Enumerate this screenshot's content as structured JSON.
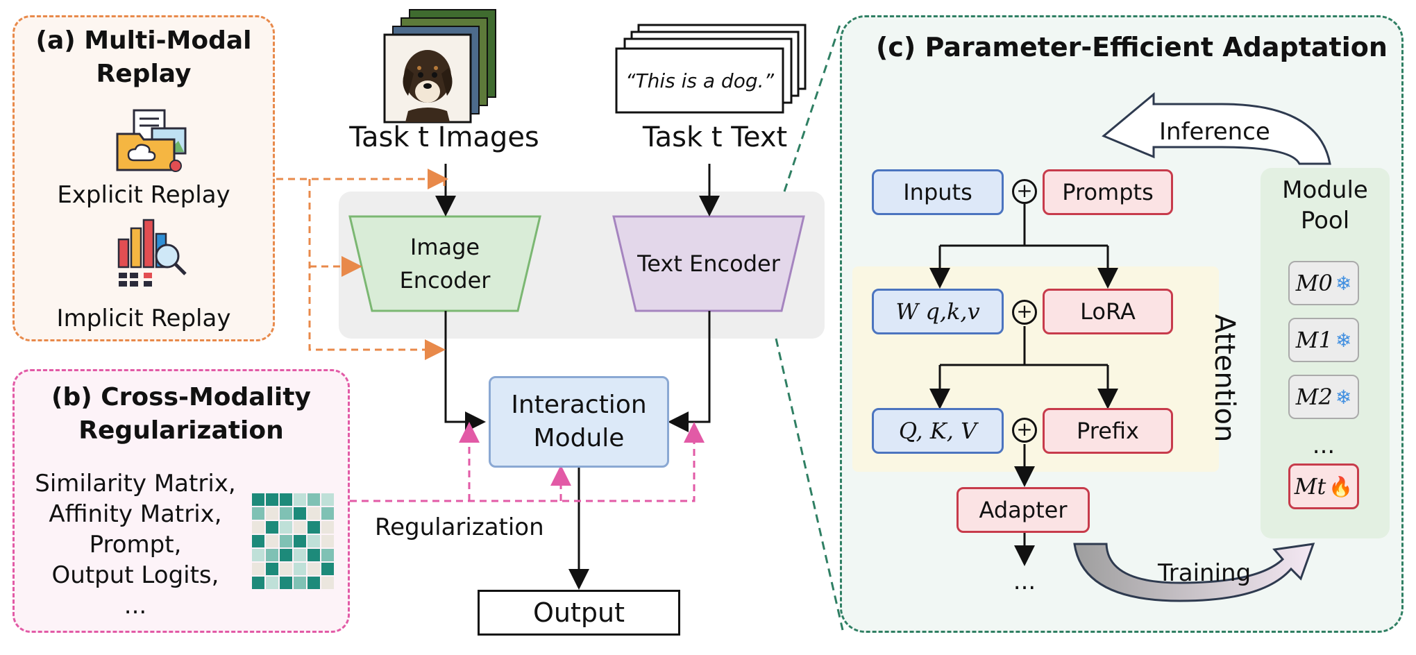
{
  "panel_a": {
    "title": "(a) Multi-Modal Replay",
    "explicit": "Explicit Replay",
    "implicit": "Implicit Replay"
  },
  "panel_b": {
    "title": "(b) Cross-Modality Regularization",
    "items": [
      "Similarity Matrix,",
      "Affinity Matrix,",
      "Prompt,",
      "Output Logits,",
      "..."
    ],
    "matrix_colors": {
      "dark": "#1d8a7a",
      "mid": "#7fc1b4",
      "light": "#bfe0d8",
      "pale": "#ebe6de"
    }
  },
  "center": {
    "task_images": "Task t Images",
    "task_text": "Task t Text",
    "text_card": "“This is a dog.”",
    "image_encoder": "Image Encoder",
    "text_encoder": "Text Encoder",
    "interaction": "Interaction Module",
    "regularization": "Regularization",
    "output": "Output"
  },
  "panel_c": {
    "title": "(c) Parameter-Efficient Adaptation",
    "inference": "Inference",
    "training": "Training",
    "inputs": "Inputs",
    "prompts": "Prompts",
    "w_qkv": "W q,k,v",
    "lora": "LoRA",
    "qkv": "Q, K, V",
    "prefix": "Prefix",
    "adapter": "Adapter",
    "attention": "Attention",
    "ellipsis": "...",
    "pool_title": "Module Pool",
    "modules": [
      "M0",
      "M1",
      "M2",
      "...",
      "Mt"
    ]
  },
  "colors": {
    "orange": "#e8894a",
    "pink": "#e25aa6",
    "green": "#2f7f63",
    "blue": "#4b74bf",
    "red": "#c73b4b"
  }
}
